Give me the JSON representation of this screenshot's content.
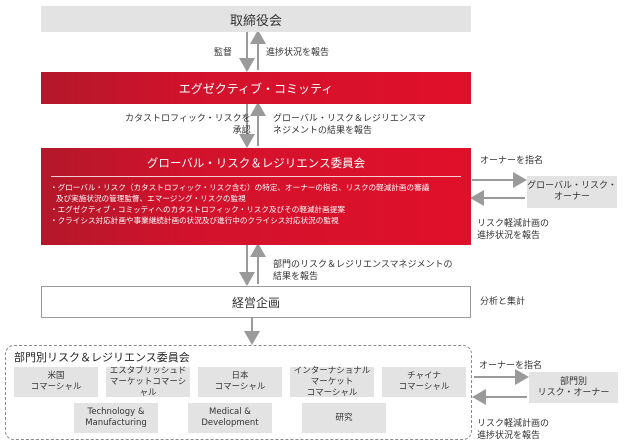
{
  "board": "取締役会",
  "supervise": "監督",
  "progress_report": "進捗状況を報告",
  "executive_committee": "エグゼクティブ・コミッティ",
  "approve_catastrophic": "カタストロフィック・リスクを\n承認",
  "report_grr_results": "グローバル・リスク＆レジリエンスマ\nネジメントの結果を報告",
  "grr_committee": {
    "title": "グローバル・リスク＆レジリエンス委員会",
    "bullets": [
      "・グローバル・リスク（カタストロフィック・リスク含む）の特定、オーナーの指名、リスクの軽減計画の審議",
      "及び実施状況の管理監督、エマージング・リスクの監視",
      "・エグゼクティブ・コミッティへのカタストロフィック・リスク及びその軽減計画提案",
      "・クライシス対応計画や事業継続計画の状況及び進行中のクライシス対応状況の監視"
    ]
  },
  "appoint_owner": "オーナーを指名",
  "global_risk_owner": "グローバル・リスク・\nオーナー",
  "mitigation_progress_report": "リスク軽減計画の\n進捗状況を報告",
  "report_dept_results": "部門のリスク＆レジリエンスマネジメントの\n結果を報告",
  "management_planning": "経営企画",
  "analysis_aggregation": "分析と集計",
  "dept_committee": {
    "title": "部門別リスク＆レジリエンス委員会",
    "units": [
      "米国\nコマーシャル",
      "エスタブリッシュド\nマーケットコマーシャル",
      "日本\nコマーシャル",
      "インターナショナル\nマーケット\nコマーシャル",
      "チャイナ\nコマーシャル",
      "Technology &\nManufacturing",
      "Medical &\nDevelopment",
      "研究"
    ]
  },
  "appoint_owner_2": "オーナーを指名",
  "dept_risk_owner": "部門別\nリスク・オーナー",
  "mitigation_progress_report_2": "リスク軽減計画の\n進捗状況を報告"
}
